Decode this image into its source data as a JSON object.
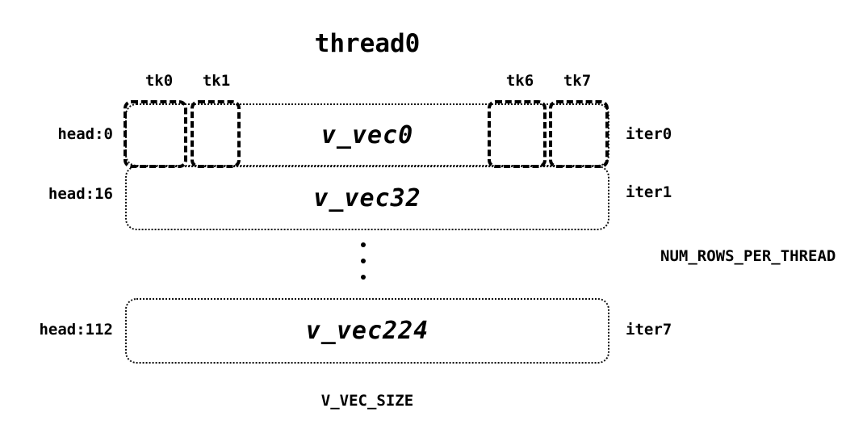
{
  "title": "thread0",
  "ticks": [
    {
      "label": "tk0"
    },
    {
      "label": "tk1"
    },
    {
      "label": "tk6"
    },
    {
      "label": "tk7"
    }
  ],
  "rows": [
    {
      "head": "head:0",
      "vec": "v_vec0",
      "iter": "iter0"
    },
    {
      "head": "head:16",
      "vec": "v_vec32",
      "iter": "iter1"
    },
    {
      "head": "head:112",
      "vec": "v_vec224",
      "iter": "iter7"
    }
  ],
  "labels": {
    "num_rows": "NUM_ROWS_PER_THREAD",
    "v_vec_size": "V_VEC_SIZE"
  },
  "colors": {
    "foreground": "#000000",
    "background": "#ffffff"
  }
}
